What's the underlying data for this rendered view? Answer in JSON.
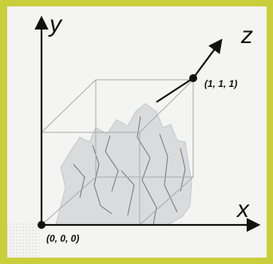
{
  "axes": {
    "x": "x",
    "y": "y",
    "z": "z"
  },
  "points": {
    "origin": "(0, 0, 0)",
    "corner": "(1, 1, 1)"
  },
  "colors": {
    "border": "#c9cf3a",
    "panel": "#f4f4f2",
    "axis": "#111111",
    "cube": "#b9b9b9",
    "rock": "#d8dadb"
  }
}
